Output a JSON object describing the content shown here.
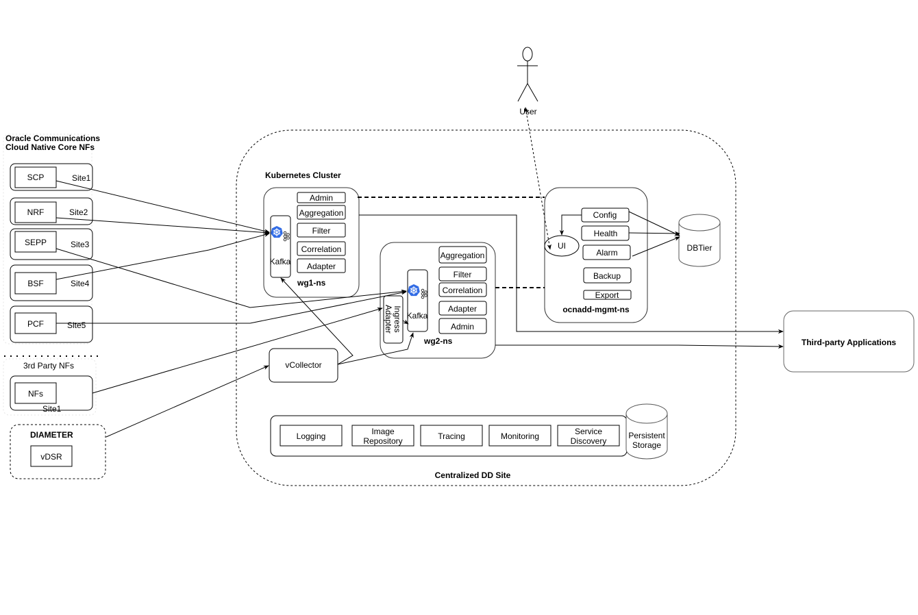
{
  "actor": {
    "label": "User"
  },
  "nf_group": {
    "title_line1": "Oracle Communications",
    "title_line2": "Cloud Native Core NFs",
    "sites": [
      {
        "nf": "SCP",
        "site": "Site1"
      },
      {
        "nf": "NRF",
        "site": "Site2"
      },
      {
        "nf": "SEPP",
        "site": "Site3"
      },
      {
        "nf": "BSF",
        "site": "Site4"
      },
      {
        "nf": "PCF",
        "site": "Site5"
      }
    ]
  },
  "third_party_nfs": {
    "title": "3rd Party NFs",
    "nf": "NFs",
    "site": "Site1"
  },
  "diameter": {
    "title": "DIAMETER",
    "node": "vDSR"
  },
  "centralized_site": {
    "title": "Centralized DD Site",
    "cluster_label": "Kubernetes Cluster"
  },
  "wg1": {
    "name": "wg1-ns",
    "kafka": "Kafka",
    "services": [
      "Admin",
      "Aggregation",
      "Filter",
      "Correlation",
      "Adapter"
    ]
  },
  "wg2": {
    "name": "wg2-ns",
    "kafka": "Kafka",
    "ingress": "Ingress Adapter",
    "services": [
      "Aggregation",
      "Filter",
      "Correlation",
      "Adapter",
      "Admin"
    ]
  },
  "mgmt": {
    "name": "ocnadd-mgmt-ns",
    "ui": "UI",
    "services": [
      "Config",
      "Health",
      "Alarm",
      "Backup",
      "Export"
    ]
  },
  "dbtier": {
    "label": "DBTier"
  },
  "vcollector": {
    "label": "vCollector"
  },
  "platform": {
    "services": [
      {
        "line1": "Logging",
        "line2": ""
      },
      {
        "line1": "Image",
        "line2": "Repository"
      },
      {
        "line1": "Tracing",
        "line2": ""
      },
      {
        "line1": "Monitoring",
        "line2": ""
      },
      {
        "line1": "Service",
        "line2": "Discovery"
      }
    ],
    "storage_line1": "Persistent",
    "storage_line2": "Storage"
  },
  "third_party_apps": {
    "label": "Third-party Applications"
  },
  "colors": {
    "kubernetes_blue": "#326CE5"
  }
}
